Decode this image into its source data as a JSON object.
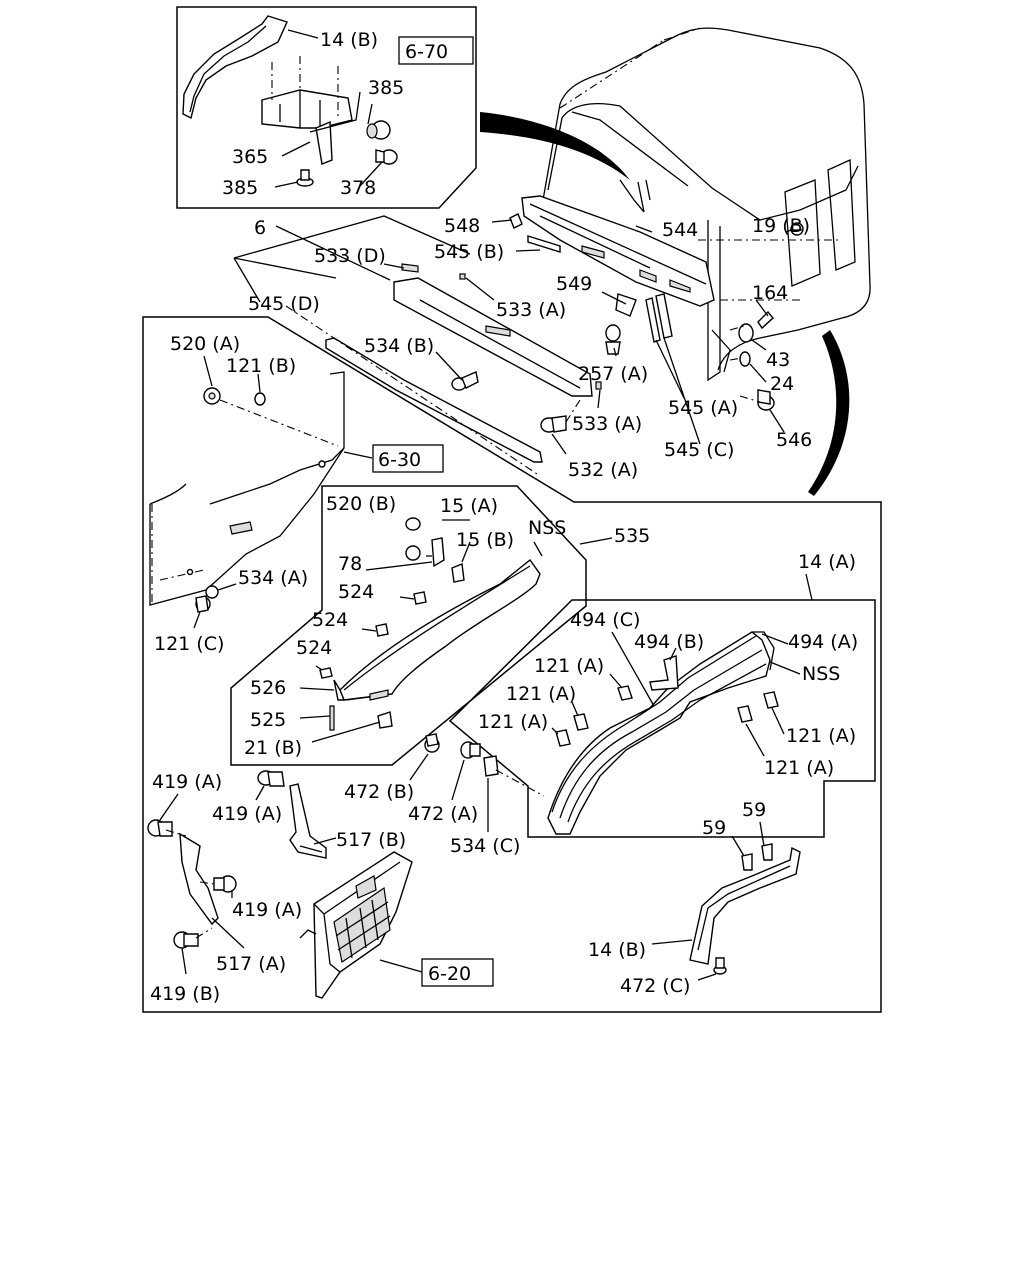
{
  "callouts": {
    "c14B_top": "14 (B)",
    "c385_a": "385",
    "c365": "365",
    "c385_b": "385",
    "c378": "378",
    "c548": "548",
    "c544": "544",
    "c545B": "545 (B)",
    "c6": "6",
    "c533D": "533 (D)",
    "c533A_a": "533 (A)",
    "c545D": "545 (D)",
    "c534B": "534 (B)",
    "c549": "549",
    "c257A": "257 (A)",
    "c533A_b": "533 (A)",
    "c532A": "532 (A)",
    "c545A": "545 (A)",
    "c545C": "545 (C)",
    "c19B": "19 (B)",
    "c164": "164",
    "c43": "43",
    "c24": "24",
    "c546": "546",
    "c520A": "520 (A)",
    "c121B": "121 (B)",
    "c534A": "534 (A)",
    "c121C": "121 (C)",
    "c520B": "520 (B)",
    "c15A": "15 (A)",
    "c15B": "15 (B)",
    "c78": "78",
    "cNSS_a": "NSS",
    "c535": "535",
    "c524_a": "524",
    "c524_b": "524",
    "c524_c": "524",
    "c526": "526",
    "c525": "525",
    "c21B": "21 (B)",
    "c14A": "14 (A)",
    "c494C": "494 (C)",
    "c494B": "494 (B)",
    "c494A": "494 (A)",
    "cNSS_b": "NSS",
    "c121A_a": "121 (A)",
    "c121A_b": "121 (A)",
    "c121A_c": "121 (A)",
    "c121A_d": "121 (A)",
    "c121A_e": "121 (A)",
    "c472B": "472 (B)",
    "c472A": "472 (A)",
    "c534C": "534 (C)",
    "c419A_a": "419 (A)",
    "c419A_b": "419 (A)",
    "c419A_c": "419 (A)",
    "c419B": "419 (B)",
    "c517B": "517 (B)",
    "c517A": "517 (A)",
    "c59_a": "59",
    "c59_b": "59",
    "c14B_bottom": "14 (B)",
    "c472C": "472 (C)"
  },
  "references": {
    "ref_6_70": "6-70",
    "ref_6_30": "6-30",
    "ref_6_20": "6-20"
  }
}
